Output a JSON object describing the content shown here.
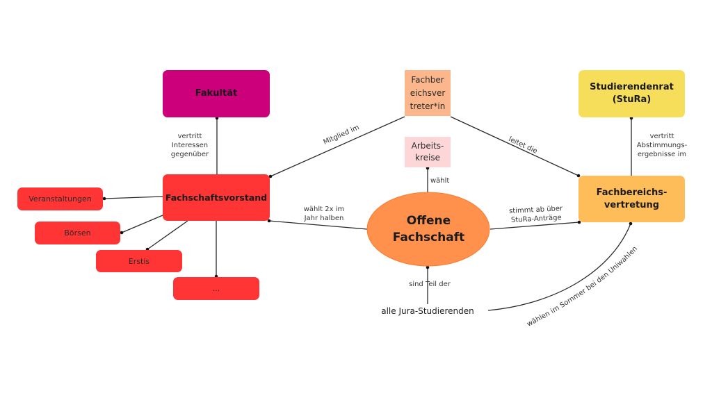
{
  "colors": {
    "fakultaet": "#cc007a",
    "fachschaftsvorstand": "#ff3535",
    "fachbereichsvertreter": "#fbb68b",
    "arbeitskreise": "#fdd6d8",
    "stura": "#f7de5a",
    "fachbereichsvertretung": "#ffbd59",
    "offene_fachschaft": "#ff914d",
    "line": "#2a2a2a"
  },
  "nodes": {
    "fakultaet": "Fakultät",
    "fachschaftsvorstand": "Fachschaftsvorstand",
    "veranstaltungen": "Veranstaltungen",
    "boersen": "Börsen",
    "erstis": "Erstis",
    "more": "...",
    "fachbereichsvertreter": "Fachber\neichsver\ntreter*in",
    "arbeitskreise": "Arbeits-\nkreise",
    "stura": "Studierendenrat\n(StuRa)",
    "fachbereichsvertretung": "Fachbereichs-\nvertretung",
    "offene_fachschaft": "Offene\nFachschaft",
    "jura_studierende": "alle Jura-Studierenden"
  },
  "edges": {
    "vertritt_interessen": "vertritt\nInteressen\ngegenüber",
    "mitglied_im": "Mitglied im",
    "leitet_die": "leitet die",
    "vertritt_abstimmung": "vertritt\nAbstimmungs-\nergebnisse im",
    "waehlt": "wählt",
    "waehlt_2x": "wählt 2x im\nJahr halben",
    "stimmt_ab": "stimmt ab über\nStuRa-Anträge",
    "sind_teil": "sind Teil der",
    "waehlen_sommer": "wählen im Sommer bei den Uniwahlen"
  }
}
